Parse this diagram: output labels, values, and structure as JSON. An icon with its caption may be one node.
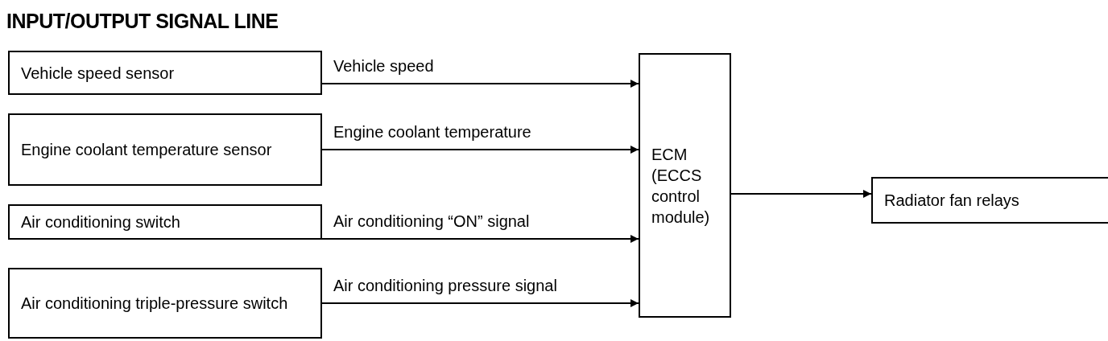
{
  "diagram": {
    "title": "INPUT/OUTPUT SIGNAL LINE",
    "nodes": [
      {
        "text": [
          "Vehicle speed sensor"
        ]
      },
      {
        "text": [
          "Engine coolant temperature sensor"
        ]
      },
      {
        "text": [
          "Air conditioning switch"
        ]
      },
      {
        "text": [
          "Air conditioning triple-pressure switch"
        ]
      },
      {
        "text": [
          "ECM (ECCS control module)"
        ]
      },
      {
        "text": [
          "Radiator fan relays"
        ]
      }
    ],
    "edges": [
      {
        "from": 0,
        "to": 4,
        "arrow": "to",
        "label": "Vehicle speed"
      },
      {
        "from": 1,
        "to": 4,
        "arrow": "to",
        "label": "Engine coolant temperature"
      },
      {
        "from": 2,
        "to": 4,
        "arrow": "to",
        "label": "Air conditioning “ON” signal"
      },
      {
        "from": 3,
        "to": 4,
        "arrow": "to",
        "label": "Air conditioning pressure signal"
      },
      {
        "from": 4,
        "to": 5,
        "arrow": "to"
      }
    ]
  }
}
